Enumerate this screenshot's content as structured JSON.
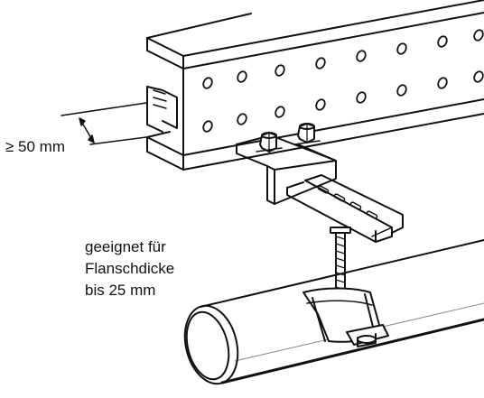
{
  "diagram": {
    "dimension_label": "≥ 50 mm",
    "note_lines": [
      "geeignet für",
      "Flanschdicke",
      "bis 25 mm"
    ],
    "line_color": "#111111",
    "background_color": "#ffffff",
    "components": [
      "steel-i-beam",
      "beam-clamp-bracket",
      "hex-bolts",
      "slotted-channel",
      "threaded-rod",
      "pipe-clamp",
      "pipe"
    ]
  }
}
